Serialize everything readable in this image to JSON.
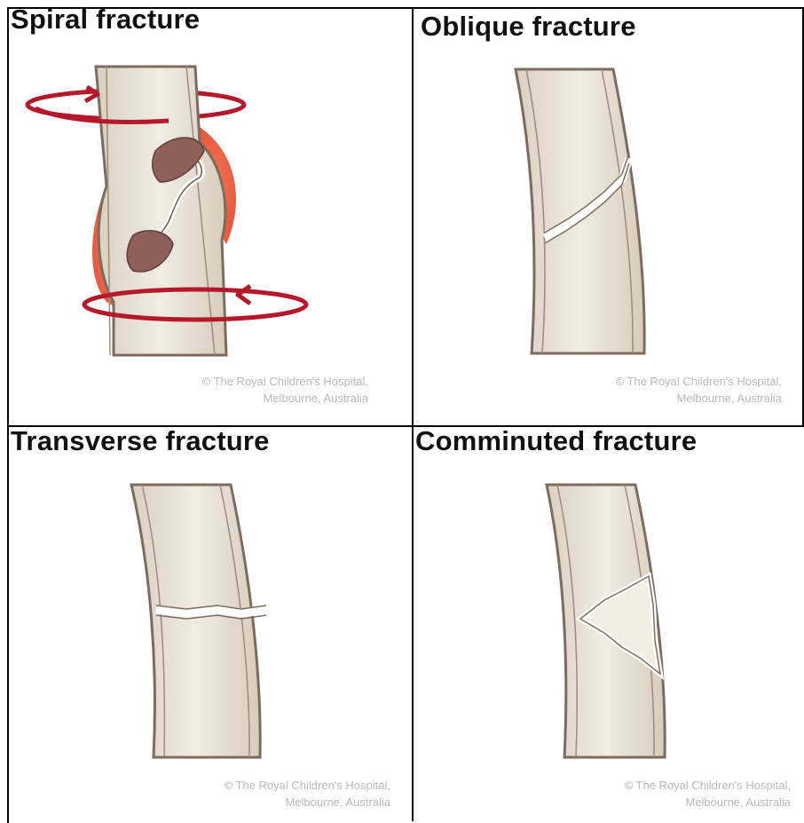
{
  "panels": [
    {
      "title": "Spiral fracture",
      "credit_line1": "© The Royal Children's Hospital,",
      "credit_line2": "Melbourne, Australia"
    },
    {
      "title": "Oblique fracture",
      "credit_line1": "© The Royal Children's Hospital,",
      "credit_line2": "Melbourne, Australia"
    },
    {
      "title": "Transverse fracture",
      "credit_line1": "© The Royal Children's Hospital,",
      "credit_line2": "Melbourne, Australia"
    },
    {
      "title": "Comminuted fracture",
      "credit_line1": "© The Royal Children's Hospital,",
      "credit_line2": "Melbourne, Australia"
    }
  ],
  "colors": {
    "bone_fill": "#ebe4d6",
    "bone_outline": "#8a7a6a",
    "bleed": "#e8543a",
    "fragment": "#8a5a55",
    "arrow": "#b5182a"
  },
  "icons": [
    "rotation-arrow-icon"
  ]
}
